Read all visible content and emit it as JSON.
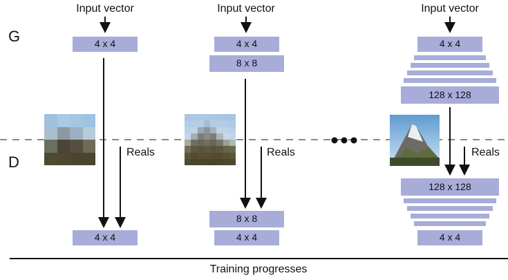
{
  "labels": {
    "generator": "G",
    "discriminator": "D",
    "input_vector": "Input vector",
    "reals": "Reals",
    "training": "Training progresses"
  },
  "stages": [
    {
      "generator_blocks": [
        "4 x 4"
      ],
      "discriminator_blocks": [
        "4 x 4"
      ]
    },
    {
      "generator_blocks": [
        "4 x 4",
        "8 x 8"
      ],
      "discriminator_blocks": [
        "8 x 8",
        "4 x 4"
      ]
    },
    {
      "generator_blocks": [
        "4 x 4",
        "128 x 128"
      ],
      "discriminator_blocks": [
        "128 x 128",
        "4 x 4"
      ]
    }
  ],
  "colors": {
    "block": "#a8acd9",
    "arrow": "#111111",
    "dashed_line": "#888888"
  },
  "icons": {
    "ellipsis": "three-dots-icon"
  }
}
